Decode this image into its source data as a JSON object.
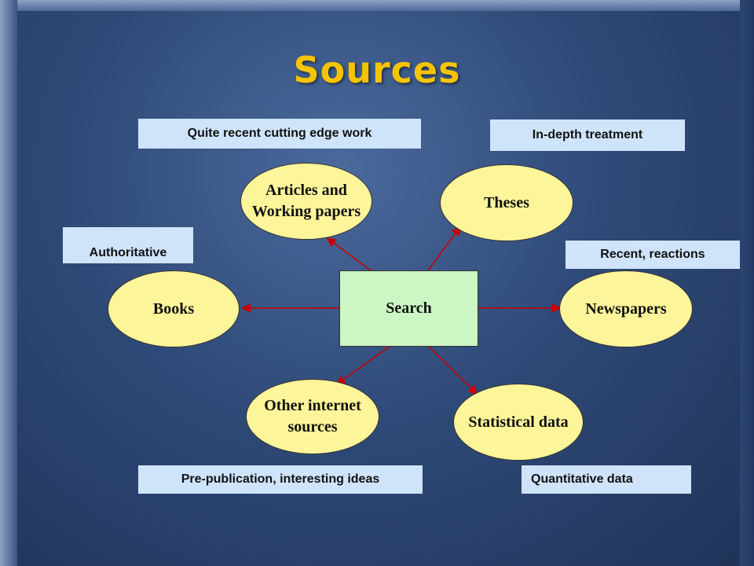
{
  "title": "Sources",
  "center": {
    "label": "Search"
  },
  "nodes": {
    "articles": "Articles and Working papers",
    "theses": "Theses",
    "books": "Books",
    "newspapers": "Newspapers",
    "other_internet": "Other internet sources",
    "statistical": "Statistical data"
  },
  "notes": {
    "articles": "Quite recent cutting edge work",
    "theses": "In-depth treatment",
    "books": "Authoritative",
    "newspapers": "Recent, reactions",
    "other_internet": "Pre-publication, interesting ideas",
    "statistical": "Quantitative data"
  },
  "colors": {
    "title": "#f5c400",
    "node_fill": "#fdf59a",
    "center_fill": "#ccf6c4",
    "note_fill": "#cfe4fb",
    "arrow": "#cc0000"
  }
}
